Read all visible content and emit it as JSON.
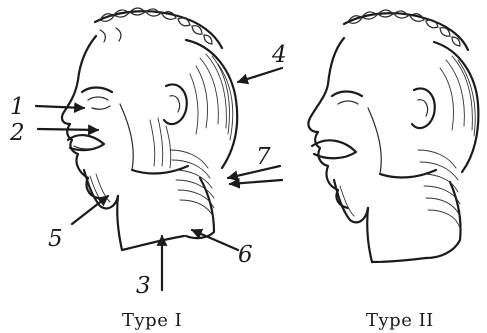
{
  "figures": [
    {
      "id": "type-1",
      "caption": "Type I",
      "markers": [
        "1",
        "2",
        "3",
        "4",
        "5",
        "6",
        "7"
      ]
    },
    {
      "id": "type-2",
      "caption": "Type II"
    }
  ],
  "colors": {
    "ink": "#1b1b1b",
    "paper": "#ffffff"
  }
}
